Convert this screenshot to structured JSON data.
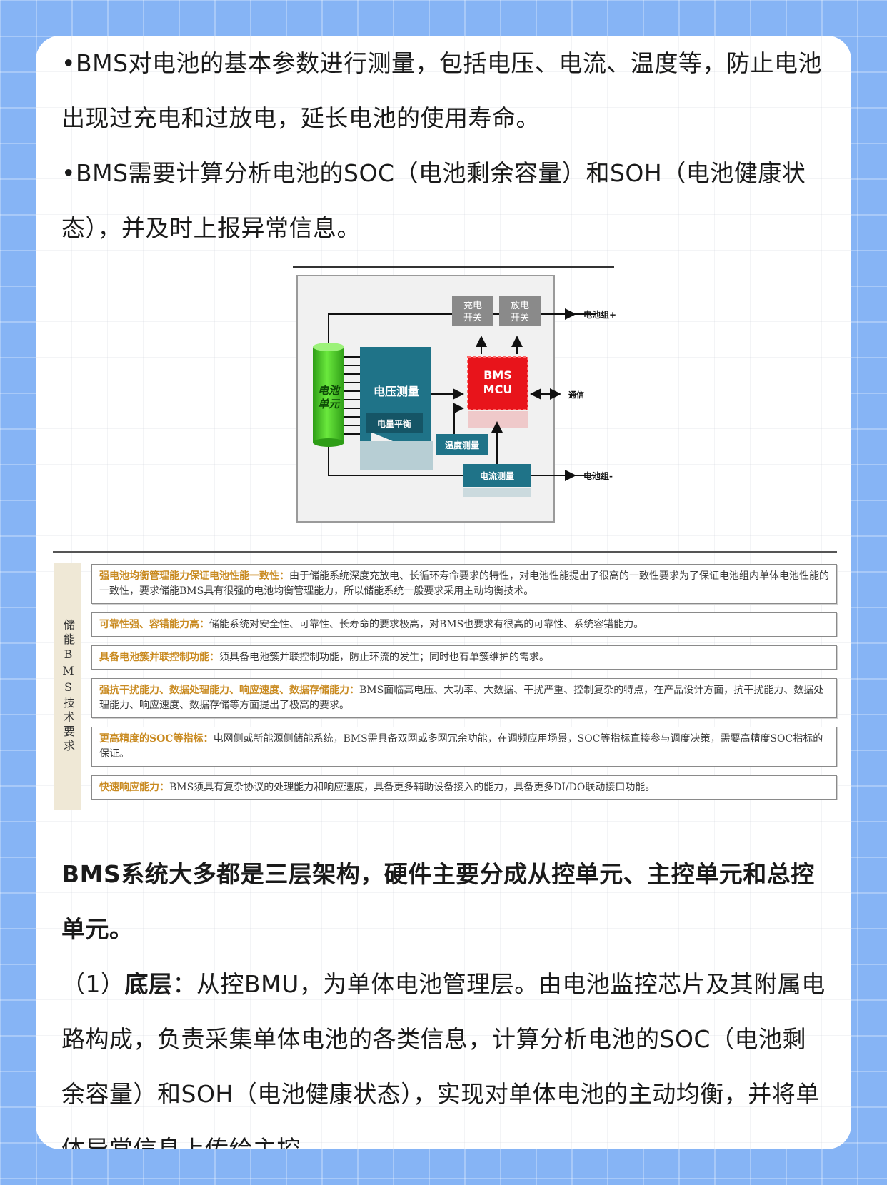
{
  "intro": {
    "para1": "•BMS对电池的基本参数进行测量，包括电压、电流、温度等，防止电池出现过充电和过放电，延长电池的使用寿命。",
    "para2": "•BMS需要计算分析电池的SOC（电池剩余容量）和SOH（电池健康状态），并及时上报异常信息。"
  },
  "diagram": {
    "battery_unit": [
      "电池",
      "单元"
    ],
    "voltage_measure": "电压测量",
    "balance": "电量平衡",
    "charge_switch": [
      "充电",
      "开关"
    ],
    "discharge_switch": [
      "放电",
      "开关"
    ],
    "mcu": [
      "BMS",
      "MCU"
    ],
    "temp_measure": "温度测量",
    "current_measure": "电流测量",
    "pack_plus": "电池组+",
    "pack_minus": "电池组-",
    "comm": "通信",
    "colors": {
      "battery": "#4fd12e",
      "teal": "#1f7388",
      "mcu": "#e8141b",
      "switch": "#8a8a8a"
    }
  },
  "requirements": {
    "side_title": "储能BMS技术要求",
    "items": [
      {
        "title": "强电池均衡管理能力保证电池性能一致性：",
        "text": "由于储能系统深度充放电、长循环寿命要求的特性，对电池性能提出了很高的一致性要求为了保证电池组内单体电池性能的一致性，要求储能BMS具有很强的电池均衡管理能力，所以储能系统一般要求采用主动均衡技术。"
      },
      {
        "title": "可靠性强、容错能力高：",
        "text": "储能系统对安全性、可靠性、长寿命的要求极高，对BMS也要求有很高的可靠性、系统容错能力。"
      },
      {
        "title": "具备电池簇并联控制功能：",
        "text": "须具备电池簇并联控制功能，防止环流的发生；同时也有单簇维护的需求。"
      },
      {
        "title": "强抗干扰能力、数据处理能力、响应速度、数据存储能力：",
        "text": "BMS面临高电压、大功率、大数据、干扰严重、控制复杂的特点，在产品设计方面，抗干扰能力、数据处理能力、响应速度、数据存储等方面提出了极高的要求。"
      },
      {
        "title": "更高精度的SOC等指标：",
        "text": "电网侧或新能源侧储能系统，BMS需具备双网或多网冗余功能，在调频应用场景，SOC等指标直接参与调度决策，需要高精度SOC指标的保证。"
      },
      {
        "title": "快速响应能力：",
        "text": "BMS须具有复杂协议的处理能力和响应速度，具备更多辅助设备接入的能力，具备更多DI/DO联动接口功能。"
      }
    ]
  },
  "section": {
    "heading": "BMS系统大多都是三层架构，硬件主要分成从控单元、主控单元和总控单元。",
    "bottom_prefix": "（1）",
    "bottom_label": "底层",
    "bottom_text": "：从控BMU，为单体电池管理层。由电池监控芯片及其附属电路构成，负责采集单体电池的各类信息，计算分析电池的SOC（电池剩余容量）和SOH（电池健康状态），实现对单体电池的主动均衡，并将单体异常信息上传给主控。"
  }
}
